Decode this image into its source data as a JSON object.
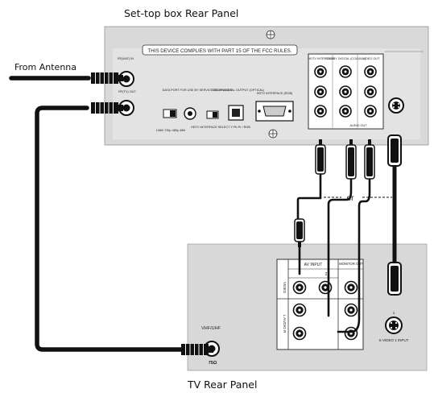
{
  "labels": {
    "stb_title": "Set-top box Rear Panel",
    "tv_title": "TV Rear Panel",
    "from_antenna": "From Antenna",
    "or_label": "or"
  },
  "stb": {
    "fcc_notice": "THIS DEVICE COMPLIES WITH PART 15 OF THE FCC RULES.",
    "rf_in": "RF(ANT) IN",
    "rf_out": "RF(TV) OUT",
    "hdtv_interface": "HDTV INTERFACE",
    "dolby_coaxial": "DOLBY DIGITAL (COAXIAL)",
    "video_out": "VIDEO OUT",
    "audio_out": "AUDIO OUT",
    "dolby_optical": "DOLBY DIGITAL OUTPUT (OPTICAL)",
    "hdtv_rgb": "HDTV INTERFACE (RGB)",
    "service_label": "DATA PORT FOR USE BY SERVICE TECHNICIAN",
    "res_select": "1080i 720p 480p 480i",
    "hdtv_select": "HDTV INTERFACE SELECT Y Pb Pr / RGB"
  },
  "tv": {
    "vhf_uhf": "VHF/UHF",
    "ohm": "75Ω",
    "av_input": "AV INPUT",
    "monitor_out": "MONITOR OUT",
    "col2": "2",
    "video_vert": "VIDEO",
    "laudior_vert": "L AUDIO R",
    "svideo_input": "S-VIDEO 1 INPUT",
    "svideo_num": "1"
  }
}
